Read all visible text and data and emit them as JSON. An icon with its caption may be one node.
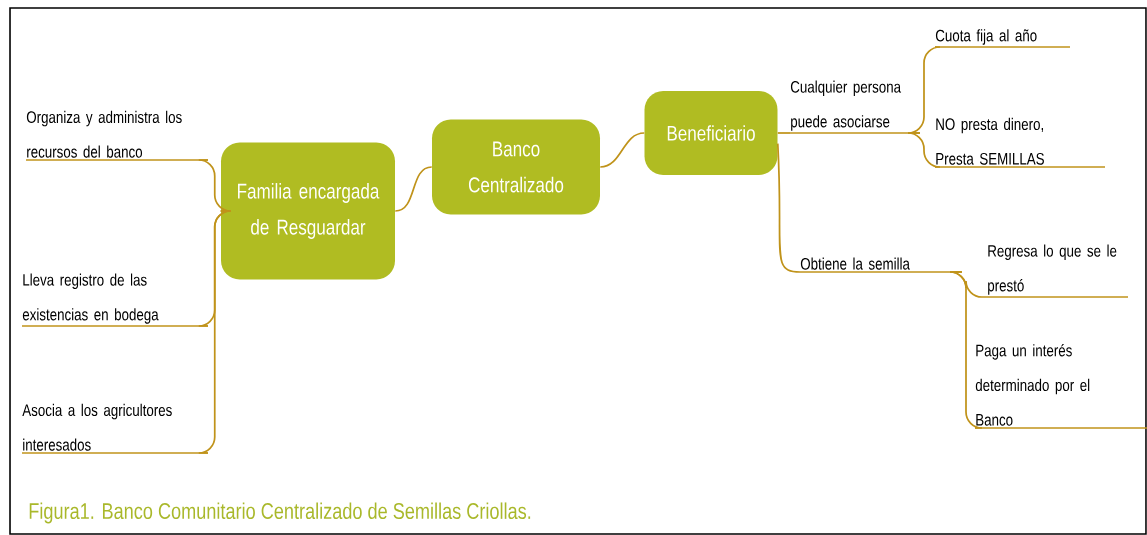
{
  "diagram": {
    "caption": "Figura1. Banco Comunitario Centralizado de Semillas Criollas.",
    "nodes": [
      {
        "text": [
          "Organiza y administra los recursos del banco"
        ]
      },
      {
        "text": [
          "Lleva registro de las existencias en bodega"
        ]
      },
      {
        "text": [
          "Asocia a los agricultores interesados"
        ]
      },
      {
        "text": [
          "Familia encargada de Resguardar"
        ]
      },
      {
        "text": [
          "Banco Centralizado"
        ]
      },
      {
        "text": [
          "Beneficiario"
        ]
      },
      {
        "text": [
          "Cualquier persona puede asociarse"
        ]
      },
      {
        "text": [
          "Cuota fija al año"
        ]
      },
      {
        "text": [
          "NO presta dinero, Presta SEMILLAS"
        ]
      },
      {
        "text": [
          "Obtiene la semilla"
        ]
      },
      {
        "text": [
          "Regresa lo que se le prestó"
        ]
      },
      {
        "text": [
          "Paga un interés determinado por el Banco"
        ]
      }
    ],
    "edges": [
      {
        "from": 4,
        "to": 3,
        "arrow": "none"
      },
      {
        "from": 4,
        "to": 5,
        "arrow": "none"
      },
      {
        "from": 3,
        "to": 0,
        "arrow": "none"
      },
      {
        "from": 3,
        "to": 1,
        "arrow": "none"
      },
      {
        "from": 3,
        "to": 2,
        "arrow": "none"
      },
      {
        "from": 5,
        "to": 6,
        "arrow": "none"
      },
      {
        "from": 5,
        "to": 9,
        "arrow": "none"
      },
      {
        "from": 6,
        "to": 7,
        "arrow": "none"
      },
      {
        "from": 6,
        "to": 8,
        "arrow": "none"
      },
      {
        "from": 9,
        "to": 10,
        "arrow": "none"
      },
      {
        "from": 9,
        "to": 11,
        "arrow": "none"
      }
    ]
  }
}
